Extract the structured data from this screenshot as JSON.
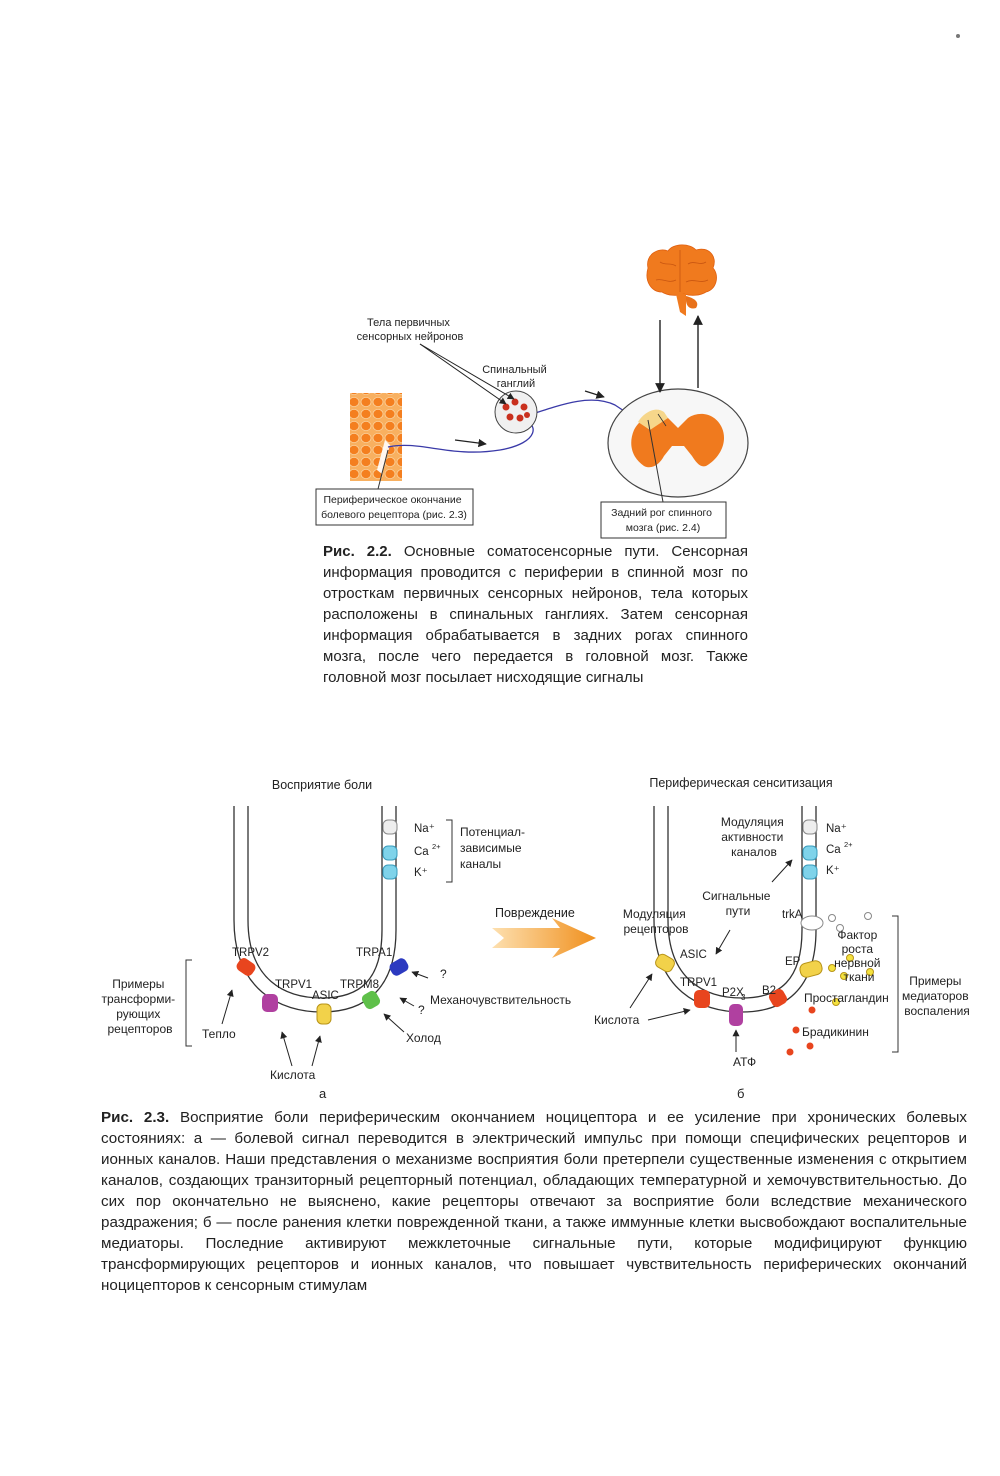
{
  "fig22": {
    "label_neuron_bodies": [
      "Тела первичных",
      "сенсорных нейронов"
    ],
    "label_ganglion": [
      "Спинальный",
      "ганглий"
    ],
    "box_peripheral": [
      "Периферическое окончание",
      "болевого рецептора (рис. 2.3)"
    ],
    "box_dorsal_horn": [
      "Задний рог спинного",
      "мозга (рис. 2.4)"
    ],
    "caption_label": "Рис. 2.2.",
    "caption_text": "Основные соматосенсорные пути. Сенсорная информация проводится с периферии в спинной мозг по отросткам первичных сенсорных нейронов, тела которых расположены в спинальных ганглиях. Затем сенсорная информация обрабатывается в задних рогах спинного мозга, после чего передается в головной мозг. Также головной мозг посылает нисходящие сигналы"
  },
  "fig23": {
    "panel_a": {
      "title": "Восприятие боли",
      "letter": "а",
      "ions": [
        "Na⁺",
        "Ca",
        "2+",
        "K⁺"
      ],
      "voltage_label": [
        "Потенциал-",
        "зависимые",
        "каналы"
      ],
      "receptors": [
        "TRPV2",
        "TRPV1",
        "ASIC",
        "TRPM8",
        "TRPA1"
      ],
      "examples_label": [
        "Примеры",
        "трансформи-",
        "рующих",
        "рецепторов"
      ],
      "heat": "Тепло",
      "acid": "Кислота",
      "cold": "Холод",
      "mech": "Механочувствительность",
      "question": "?"
    },
    "arrow_label": "Повреждение",
    "panel_b": {
      "title": "Периферическая сенситизация",
      "letter": "б",
      "ions": [
        "Na⁺",
        "Ca",
        "2+",
        "K⁺"
      ],
      "modulation_activity": [
        "Модуляция",
        "активности",
        "каналов"
      ],
      "signal_paths": [
        "Сигнальные",
        "пути"
      ],
      "modulation_receptors": [
        "Модуляция",
        "рецепторов"
      ],
      "receptors": [
        "ASIC",
        "TRPV1",
        "P2X",
        "3",
        "B2",
        "trkA",
        "EP"
      ],
      "acid": "Кислота",
      "atp": "АТФ",
      "ngf": [
        "Фактор",
        "роста",
        "нервной",
        "ткани"
      ],
      "prostaglandin": "Простагландин",
      "bradykinin": "Брадикинин",
      "mediators_label": [
        "Примеры",
        "медиаторов",
        "воспаления"
      ]
    },
    "caption_label": "Рис. 2.3.",
    "caption_text": "Восприятие боли периферическим окончанием ноцицептора и ее усиление при хронических болевых состояниях: а — болевой сигнал переводится в электрический импульс при помощи специфических рецепторов и ионных каналов. Наши представления о механизме восприятия боли претерпели существенные изменения с открытием каналов, создающих транзиторный рецепторный потенциал, обладающих температурной и хемочувствительностью. До сих пор окончательно не выяснено, какие рецепторы отвечают за восприятие боли вследствие механического раздражения; б — после ранения клетки поврежденной ткани, а также иммунные клетки высвобождают воспалительные медиаторы. Последние активируют межклеточные сигнальные пути, которые модифицируют функцию трансформирующих рецепторов и ионных каналов, что повышает чувствительность периферических окончаний ноцицепторов к сенсорным стимулам"
  },
  "colors": {
    "orange": "#f07a1e",
    "nerve": "#3a3aa8",
    "skin": "#f5a048"
  }
}
